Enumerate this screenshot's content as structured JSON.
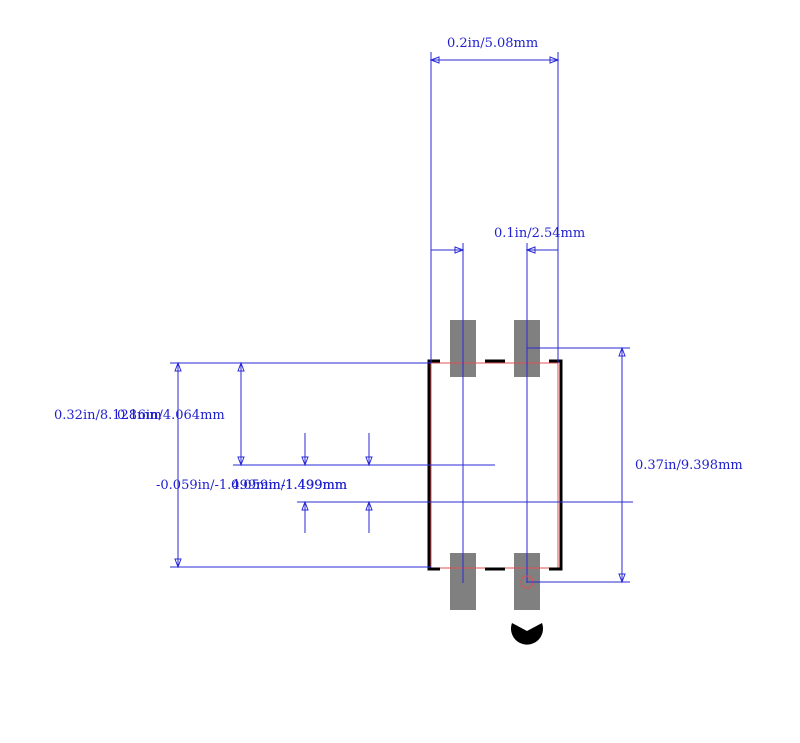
{
  "colors": {
    "dimension": "#2a2ad6",
    "pad": "#808080",
    "silkscreen": "#000000",
    "courtyard": "#e05050"
  },
  "dimensions": {
    "top_width": "0.2in/5.08mm",
    "pitch": "0.1in/2.54mm",
    "right_height": "0.37in/9.398mm",
    "left_height": "0.32in/8.128mm",
    "left_inner": "0.16in/4.064mm",
    "offset_a": "-0.059in/-1.499mm",
    "offset_b": "0.059in/1.499mm"
  },
  "icons": {
    "pin1_marker": "pin1-circle-icon",
    "orientation_marker": "pacman-orientation-icon"
  }
}
